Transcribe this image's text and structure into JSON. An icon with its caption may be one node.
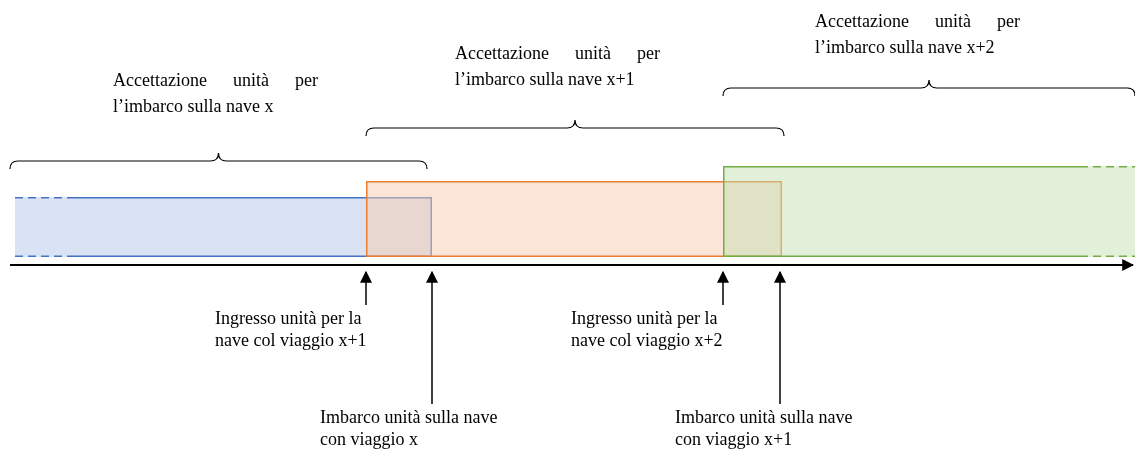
{
  "diagram": {
    "nodes": [
      {
        "text": [],
        "shape": "bar"
      },
      {
        "text": [],
        "shape": "bar"
      },
      {
        "text": [],
        "shape": "bar"
      },
      {
        "text": [
          "Ingresso unità per la nave col viaggio x+1"
        ]
      },
      {
        "text": [
          "Imbarco unità sulla nave con viaggio x"
        ]
      },
      {
        "text": [
          "Ingresso unità per la nave col viaggio x+2"
        ]
      },
      {
        "text": [
          "Imbarco unità sulla nave con viaggio x+1"
        ]
      }
    ],
    "edges": [
      {
        "from": 3,
        "to": 1,
        "arrow": "to"
      },
      {
        "from": 4,
        "to": 0,
        "arrow": "to"
      },
      {
        "from": 5,
        "to": 2,
        "arrow": "to"
      },
      {
        "from": 6,
        "to": 1,
        "arrow": "to"
      }
    ],
    "labels": [
      "Accettazione unità per l’imbarco sulla nave x",
      "Accettazione unità per l’imbarco sulla nave x+1",
      "Accettazione unità per l’imbarco sulla nave x+2"
    ]
  }
}
